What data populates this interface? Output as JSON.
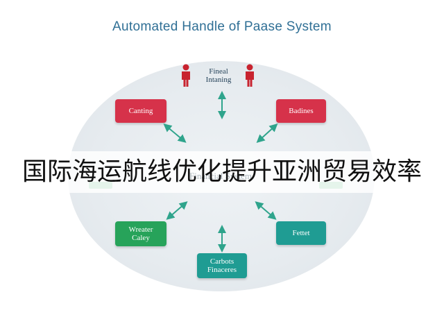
{
  "colors": {
    "red": "#d6324a",
    "green": "#27a35a",
    "teal": "#1f9c93",
    "arrow": "#2fa48c",
    "title": "#2f6f95",
    "person": "#c8232f"
  },
  "diagram": {
    "title": "Automated Handle of Paase System",
    "top_node": {
      "label": "Fineal\nIntaning",
      "icon": "person-icon"
    },
    "center_label": "Financial System",
    "nodes": {
      "top_left": "Canting",
      "top_right": "Badines",
      "bottom_left": "Wreater\nCaley",
      "bottom_right": "Fettet",
      "bottom": "Carbots\nFinaceres"
    }
  },
  "banner": {
    "text": "国际海运航线优化提升亚洲贸易效率"
  }
}
